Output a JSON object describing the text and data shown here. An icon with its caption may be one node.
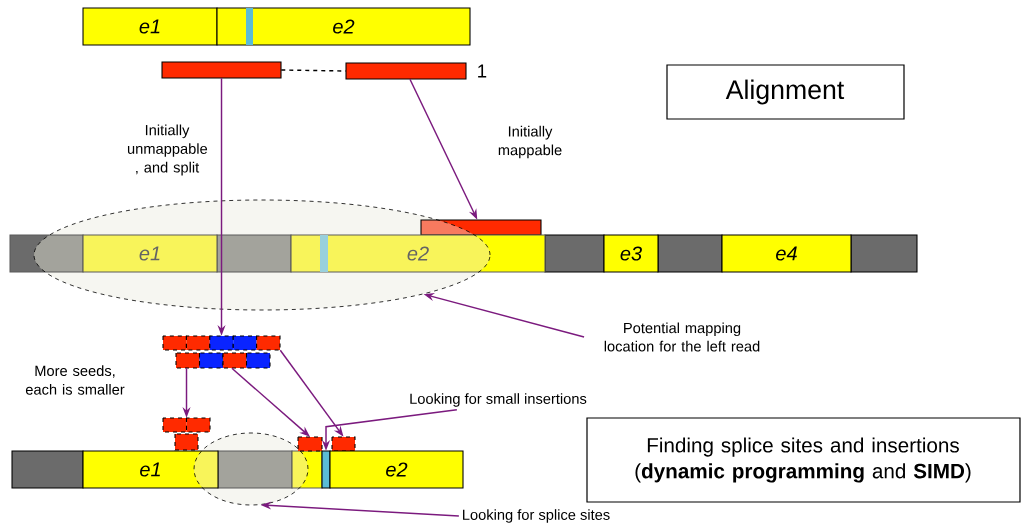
{
  "diagram": {
    "nodes": [
      {
        "text": [
          "e1"
        ]
      },
      {
        "text": [
          "e2"
        ]
      },
      {
        "text": [],
        "shape": "bar"
      },
      {
        "text": [],
        "shape": "bar",
        "beside": [
          "1"
        ]
      },
      {
        "text": [
          "Alignment"
        ]
      },
      {
        "text": [],
        "shape": "bar"
      },
      {
        "text": [],
        "shape": "ellipse"
      },
      {
        "text": [
          "e1"
        ],
        "in": 6
      },
      {
        "text": [
          "e2"
        ]
      },
      {
        "text": [
          "e3"
        ]
      },
      {
        "text": [
          "e4"
        ]
      },
      {
        "text": [
          "Potential mapping location for the left read"
        ]
      },
      {
        "text": [],
        "shape": "bar"
      },
      {
        "text": [],
        "shape": "bar"
      },
      {
        "text": [],
        "shape": "bar"
      },
      {
        "text": [],
        "shape": "bar"
      },
      {
        "text": [],
        "shape": "bar"
      },
      {
        "text": [
          "Looking for small insertions"
        ]
      },
      {
        "text": [],
        "shape": "ellipse"
      },
      {
        "text": [
          "e1"
        ]
      },
      {
        "text": [],
        "shape": "bar"
      },
      {
        "text": [
          "e2"
        ]
      },
      {
        "text": [
          "Finding splice sites and insertions (**dynamic programming** and **SIMD**)"
        ]
      },
      {
        "text": [
          "Looking for splice sites"
        ]
      }
    ],
    "edges": [
      {
        "from": 2,
        "to": 3,
        "arrow": "none",
        "style": "dashed",
        "color": "#000000"
      },
      {
        "from": 2,
        "to": 12,
        "arrow": "to"
      },
      {
        "from": 3,
        "to": 5,
        "arrow": "to"
      },
      {
        "from": 11,
        "to": 6,
        "arrow": "to"
      },
      {
        "from": 13,
        "to": 14,
        "arrow": "to"
      },
      {
        "from": 13,
        "to": 15,
        "arrow": "to"
      },
      {
        "from": 12,
        "to": 16,
        "arrow": "to"
      },
      {
        "from": 17,
        "to": 20,
        "arrow": "to"
      },
      {
        "from": 23,
        "to": 18,
        "arrow": "to"
      }
    ],
    "labels": [
      "Initially unmappable , and split",
      "Initially mappable",
      "More seeds, each is smaller"
    ]
  }
}
